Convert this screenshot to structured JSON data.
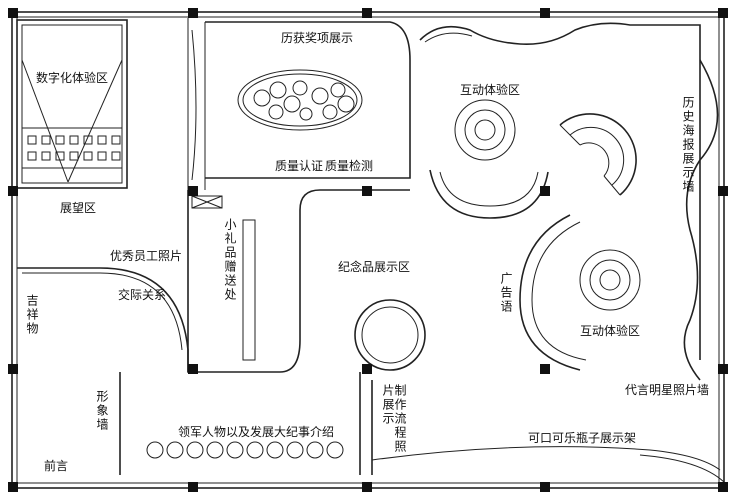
{
  "plan": {
    "labels": {
      "digital_zone": "数字化体验区",
      "awards": "历获奖项展示",
      "quality": "质量认证",
      "inspection": "质量检测",
      "interactive_1": "互动体验区",
      "interactive_2": "互动体验区",
      "history_wall": "历史海报展示墙",
      "viewing_area": "展望区",
      "gift_area": "小礼品赠送处",
      "staff_photos": "优秀员工照片",
      "relations": "交际关系",
      "souvenir": "纪念品展示区",
      "ad_slogan": "广告语",
      "mascot": "吉祥物",
      "image_wall": "形象墙",
      "preface": "前言",
      "leaders": "领军人物以及发展大纪事介绍",
      "process_photos": "制作流程照片展示",
      "coke_shelf": "可口可乐瓶子展示架",
      "star_wall": "代言明星照片墙"
    }
  }
}
